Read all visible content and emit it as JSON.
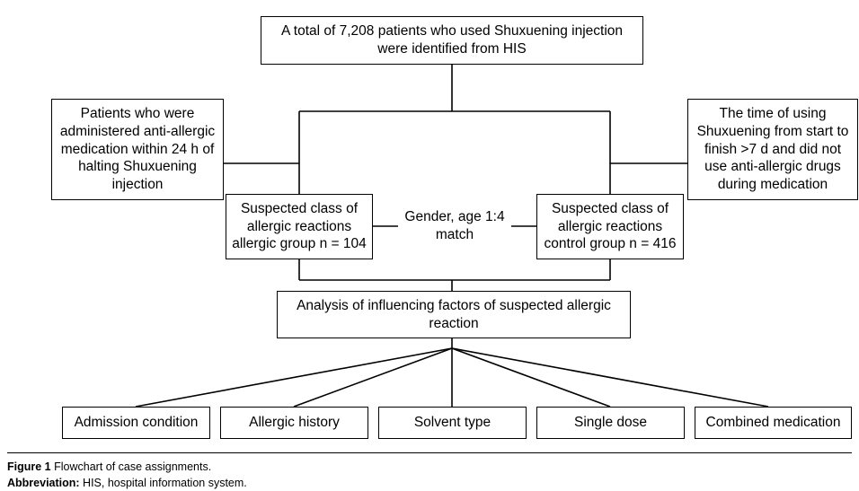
{
  "figure": {
    "boxes": {
      "top": "A total of 7,208 patients who used Shuxuening injection were identified from HIS",
      "left_exclusion": "Patients who were administered anti-allergic medication within 24 h of halting Shuxuening injection",
      "right_exclusion": "The time of using Shuxuening from start to finish >7 d and did not use anti-allergic drugs during medication",
      "allergic_group": "Suspected class of allergic reactions allergic group n = 104",
      "control_group": "Suspected class of allergic reactions control group n = 416",
      "analysis": "Analysis of influencing factors of suspected allergic reaction"
    },
    "match_label": "Gender, age 1:4 match",
    "outcomes": [
      "Admission condition",
      "Allergic history",
      "Solvent type",
      "Single dose",
      "Combined medication"
    ],
    "caption": {
      "figure_label": "Figure 1",
      "figure_text": "Flowchart of case assignments.",
      "abbrev_label": "Abbreviation:",
      "abbrev_text": "HIS, hospital information system."
    },
    "colors": {
      "stroke": "#000000",
      "background": "#ffffff"
    }
  }
}
